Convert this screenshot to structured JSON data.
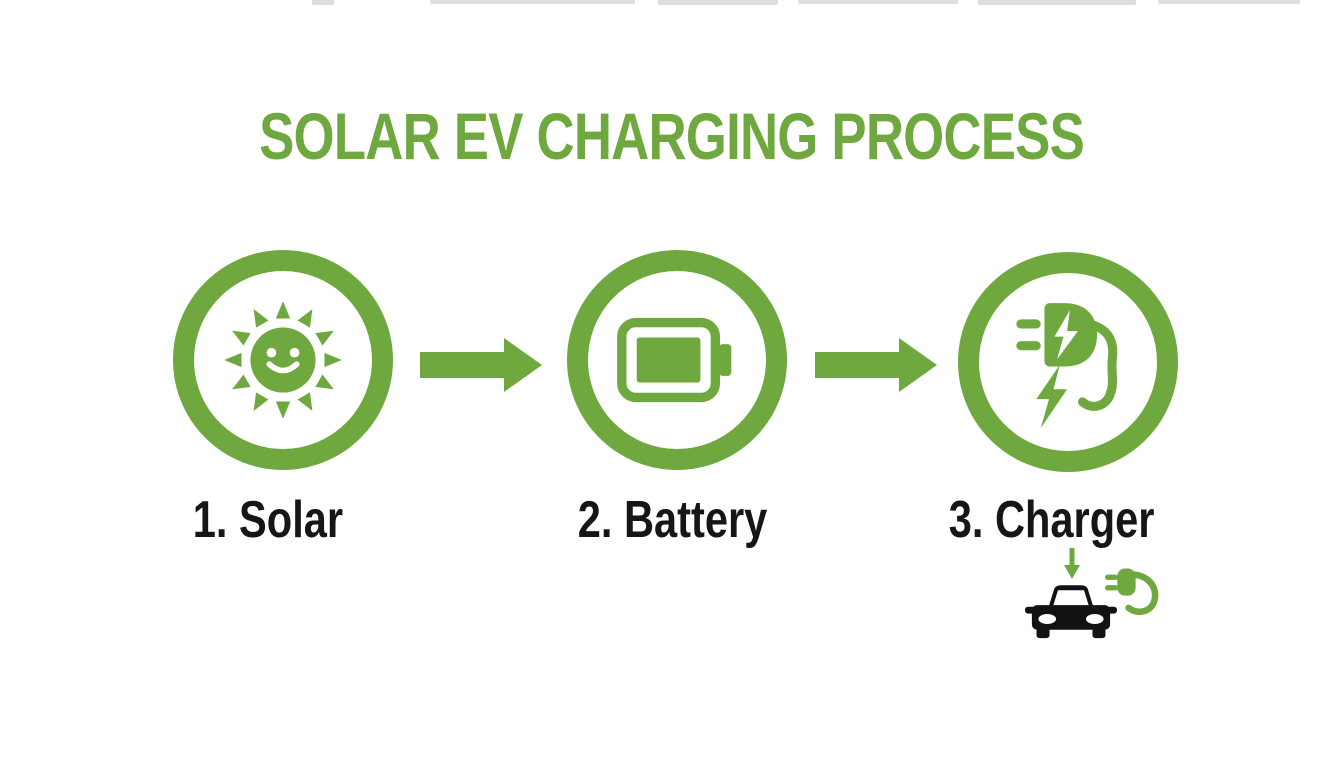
{
  "title": "SOLAR EV CHARGING PROCESS",
  "colors": {
    "green": "#6FA83E",
    "ink": "#161616",
    "background": "#FFFFFF"
  },
  "steps": [
    {
      "label": "1. Solar",
      "icon": "sun-icon"
    },
    {
      "label": "2. Battery",
      "icon": "battery-icon"
    },
    {
      "label": "3. Charger",
      "icon": "charger-plug-icon"
    }
  ],
  "connectors": [
    {
      "icon": "arrow-right-icon"
    },
    {
      "icon": "arrow-right-icon"
    }
  ],
  "charging_detail": {
    "icons": [
      "down-arrow-icon",
      "ev-car-icon",
      "plug-cable-icon"
    ]
  }
}
